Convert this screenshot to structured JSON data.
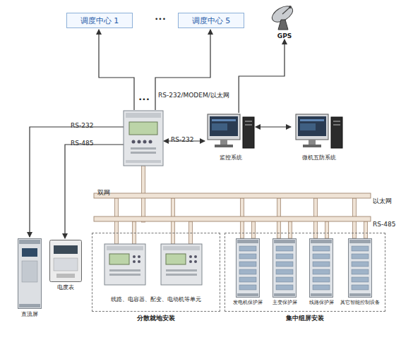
{
  "diagram": {
    "nodes": [
      {
        "text": [
          "调度中心 1"
        ]
      },
      {
        "text": [
          "调度中心 5"
        ]
      },
      {
        "text": [
          "GPS"
        ]
      },
      {
        "text": [
          "监控系统"
        ]
      },
      {
        "text": [
          "微机五防系统"
        ]
      },
      {
        "text": [
          "分散就地安装"
        ]
      },
      {
        "text": [
          "集中组屏安装"
        ]
      },
      {
        "text": [
          "发电机保护屏"
        ],
        "in": 6
      },
      {
        "text": [
          "主变保护屏"
        ],
        "in": 6
      },
      {
        "text": [
          "线路保护屏"
        ],
        "in": 6
      },
      {
        "text": [
          "其它智能控制设备"
        ],
        "in": 6
      },
      {
        "text": [
          "直流屏"
        ]
      },
      {
        "text": [
          "电度表"
        ]
      }
    ],
    "edges": [
      {
        "from": 3,
        "to": 2,
        "arrow": "to"
      },
      {
        "from": 3,
        "to": 4,
        "arrow": "both"
      }
    ],
    "labels": [
      "•••",
      "•••",
      "RS-232/MODEM/以太网",
      "RS-232",
      "RS-485",
      "RS-232",
      "双网",
      "以太网",
      "RS-485",
      "线路、电容器、配变、电动机等单元"
    ]
  }
}
